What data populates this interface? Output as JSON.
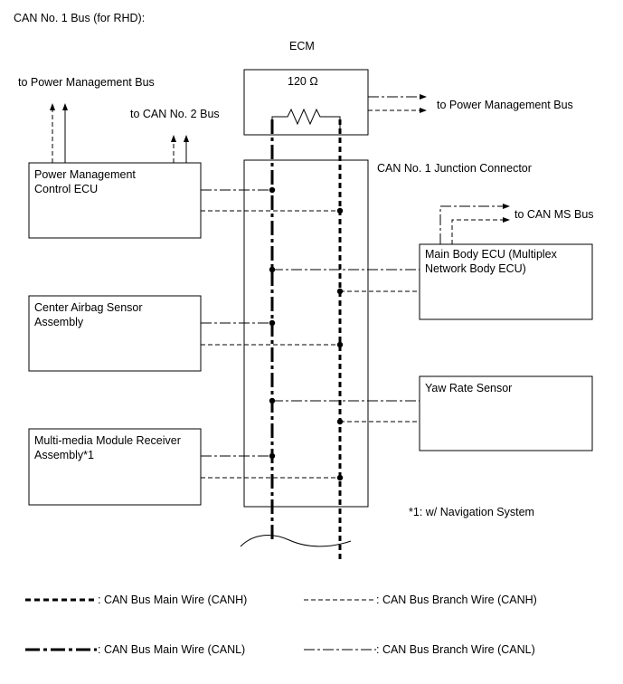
{
  "title": "CAN No. 1 Bus (for RHD):",
  "ecm": {
    "label": "ECM",
    "resistor": "120 Ω"
  },
  "junction_connector": "CAN No. 1 Junction Connector",
  "ecus": {
    "power_management": {
      "line1": "Power Management",
      "line2": "Control ECU"
    },
    "airbag": {
      "line1": "Center Airbag Sensor",
      "line2": "Assembly"
    },
    "multimedia": {
      "line1": "Multi-media Module Receiver",
      "line2": "Assembly*1"
    },
    "main_body": {
      "line1": "Main Body ECU (Multiplex",
      "line2": "Network Body ECU)"
    },
    "yaw_rate": {
      "line1": "Yaw Rate Sensor"
    }
  },
  "bus_labels": {
    "pm_bus_left": "to Power Management Bus",
    "can2": "to CAN No. 2 Bus",
    "pm_bus_right": "to Power Management Bus",
    "can_ms": "to CAN MS Bus"
  },
  "footnote": "*1: w/ Navigation System",
  "legend": {
    "main_canh": ": CAN Bus Main Wire (CANH)",
    "branch_canh": ": CAN Bus Branch Wire (CANH)",
    "main_canl": ": CAN Bus Main Wire (CANL)",
    "branch_canl": ": CAN Bus Branch Wire (CANL)"
  }
}
